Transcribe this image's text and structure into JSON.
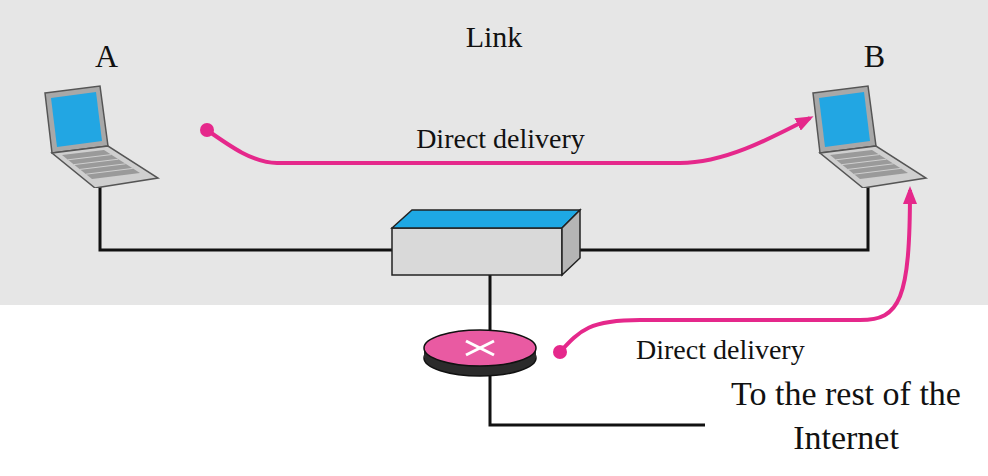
{
  "diagram": {
    "nodes": [
      {
        "text": [
          "Link"
        ]
      },
      {
        "text": [
          "A"
        ],
        "in": 0
      },
      {
        "text": [
          "B"
        ],
        "in": 0
      }
    ],
    "edges": [
      {
        "from": 1,
        "to": 2,
        "arrow": "to",
        "label": "Direct delivery"
      }
    ],
    "labels": [
      "Direct delivery",
      "To the rest of the Internet"
    ]
  }
}
